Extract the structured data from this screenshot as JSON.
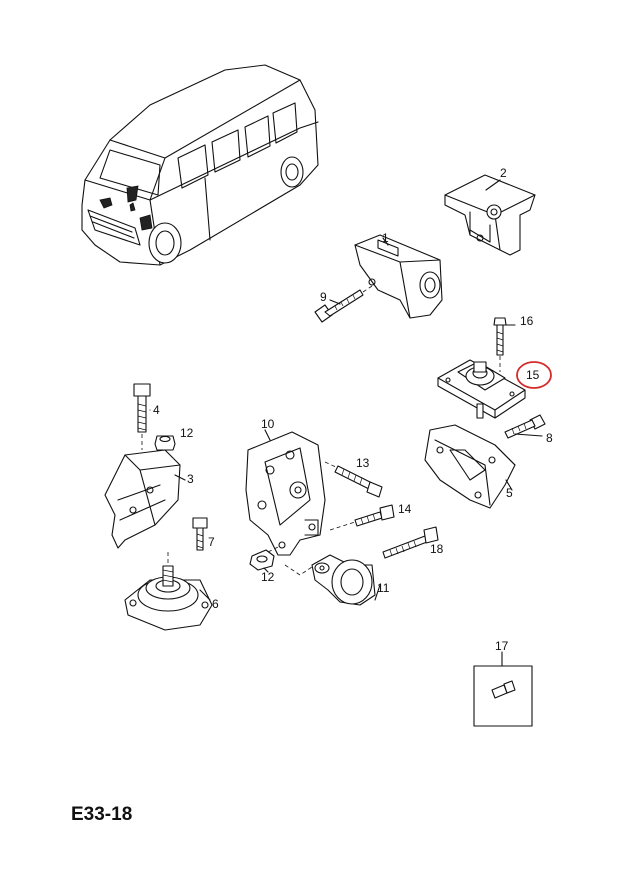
{
  "diagram_code": "E33-18",
  "parts": [
    {
      "ref": "1"
    },
    {
      "ref": "2"
    },
    {
      "ref": "3"
    },
    {
      "ref": "4"
    },
    {
      "ref": "5"
    },
    {
      "ref": "6"
    },
    {
      "ref": "7"
    },
    {
      "ref": "8"
    },
    {
      "ref": "9"
    },
    {
      "ref": "10"
    },
    {
      "ref": "11"
    },
    {
      "ref": "12"
    },
    {
      "ref": "12"
    },
    {
      "ref": "13"
    },
    {
      "ref": "14"
    },
    {
      "ref": "15"
    },
    {
      "ref": "16"
    },
    {
      "ref": "17"
    },
    {
      "ref": "18"
    }
  ],
  "highlight": {
    "ref": "15",
    "color": "#d42a2a"
  },
  "line_color": "#111111"
}
